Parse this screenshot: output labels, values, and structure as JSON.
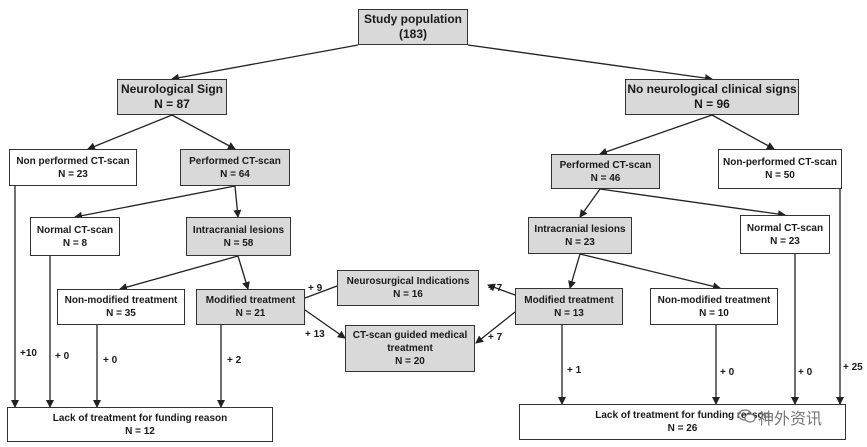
{
  "boxes": {
    "study": {
      "title": "Study population",
      "value": "(183)"
    },
    "neuro": {
      "title": "Neurological Sign",
      "value": "N = 87"
    },
    "noneuro": {
      "title": "No neurological clinical signs",
      "value": "N = 96"
    },
    "l_nonperf": {
      "title": "Non performed CT-scan",
      "value": "N = 23"
    },
    "l_perf": {
      "title": "Performed CT-scan",
      "value": "N = 64"
    },
    "l_normal": {
      "title": "Normal CT-scan",
      "value": "N = 8"
    },
    "l_intra": {
      "title": "Intracranial lesions",
      "value": "N = 58"
    },
    "l_nonmod": {
      "title": "Non-modified treatment",
      "value": "N = 35"
    },
    "l_mod": {
      "title": "Modified treatment",
      "value": "N = 21"
    },
    "neurosurg": {
      "title": "Neurosurgical Indications",
      "value": "N = 16"
    },
    "ctguided": {
      "title1": "CT-scan guided medical",
      "title2": "treatment",
      "value": "N =  20"
    },
    "r_perf": {
      "title": "Performed CT-scan",
      "value": "N = 46"
    },
    "r_nonperf": {
      "title": "Non-performed CT-scan",
      "value": "N = 50"
    },
    "r_intra": {
      "title": "Intracranial lesions",
      "value": "N = 23"
    },
    "r_normal": {
      "title": "Normal CT-scan",
      "value": "N = 23"
    },
    "r_mod": {
      "title": "Modified treatment",
      "value": "N =  13"
    },
    "r_nonmod": {
      "title": "Non-modified treatment",
      "value": "N = 10"
    },
    "l_lack": {
      "title": "Lack of treatment for funding reason",
      "value": "N = 12"
    },
    "r_lack": {
      "title": "Lack of treatment for funding reason",
      "value": "N = 26"
    }
  },
  "labels": {
    "p10": "+10",
    "l0a": "+ 0",
    "l0b": "+ 0",
    "l2": "+ 2",
    "l9": "+ 9",
    "l13": "+ 13",
    "r7a": "+ 7",
    "r7b": "+ 7",
    "r1": "+ 1",
    "r0a": "+ 0",
    "r0b": "+ 0",
    "r25": "+ 25"
  },
  "watermark": {
    "text": "神外资讯",
    "icon": "wechat-icon"
  },
  "colors": {
    "box_fill": "#d9d9d9",
    "line": "#222222"
  }
}
